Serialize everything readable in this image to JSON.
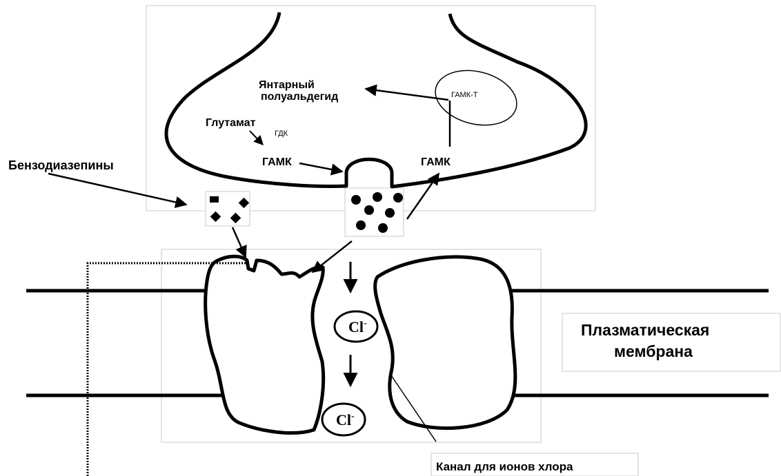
{
  "labels": {
    "succinic_semialdehyde_1": "Янтарный",
    "succinic_semialdehyde_2": "полуальдегид",
    "gaba_t": "ГАМК-Т",
    "glutamate": "Глутамат",
    "gdk": "ГДК",
    "gaba_left": "ГАМК",
    "gaba_right": "ГАМК",
    "benzodiazepines": "Бензодиазепины",
    "chloride_ion_top": "Cl",
    "chloride_ion_bottom": "Cl",
    "charge": "-",
    "plasma_membrane_1": "Плазматическая",
    "plasma_membrane_2": "мембрана",
    "chloride_channel": "Канал для ионов хлора"
  }
}
